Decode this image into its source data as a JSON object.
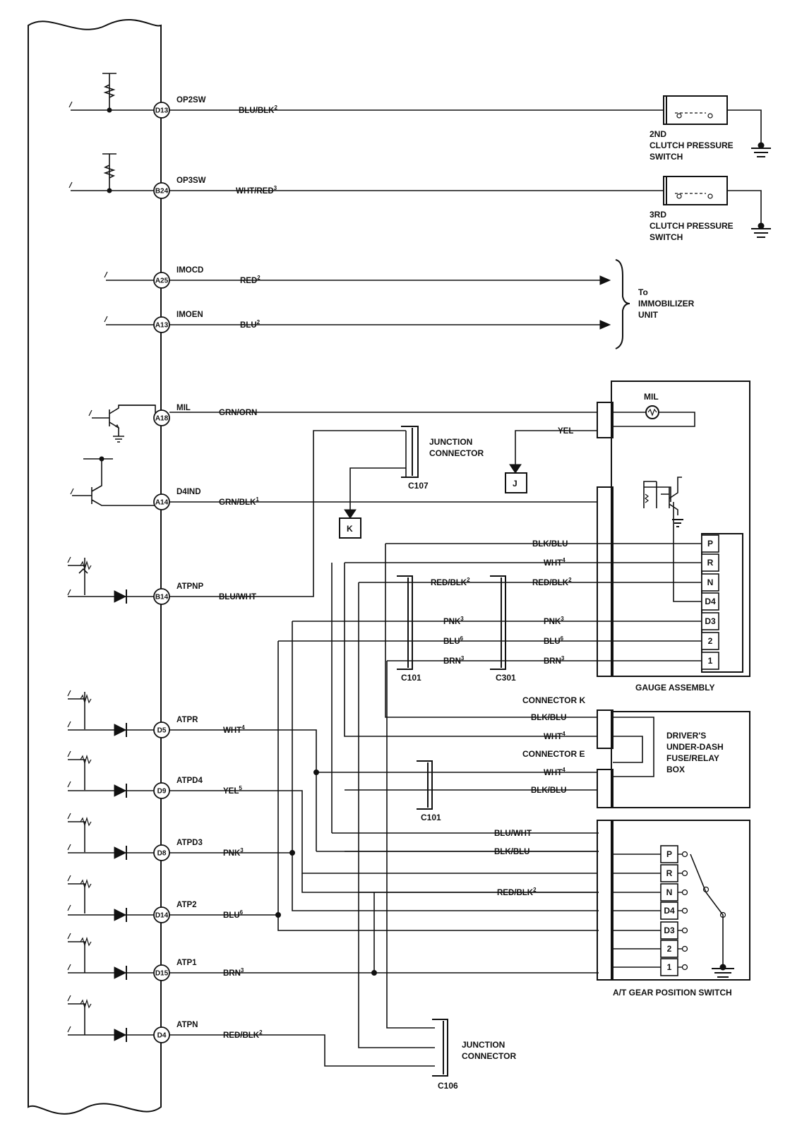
{
  "ecm_pins": [
    {
      "pin": "D13",
      "signal": "OP2SW"
    },
    {
      "pin": "B24",
      "signal": "OP3SW"
    },
    {
      "pin": "A25",
      "signal": "IMOCD"
    },
    {
      "pin": "A13",
      "signal": "IMOEN"
    },
    {
      "pin": "A18",
      "signal": "MIL"
    },
    {
      "pin": "A14",
      "signal": "D4IND"
    },
    {
      "pin": "B14",
      "signal": "ATPNP"
    },
    {
      "pin": "D5",
      "signal": "ATPR"
    },
    {
      "pin": "D9",
      "signal": "ATPD4"
    },
    {
      "pin": "D8",
      "signal": "ATPD3"
    },
    {
      "pin": "D14",
      "signal": "ATP2"
    },
    {
      "pin": "D15",
      "signal": "ATP1"
    },
    {
      "pin": "D4",
      "signal": "ATPN"
    }
  ],
  "wires": {
    "op2": {
      "color": "BLU/BLK",
      "sup": "2"
    },
    "op3": {
      "color": "WHT/RED",
      "sup": "3"
    },
    "imocd": {
      "color": "RED",
      "sup": "2"
    },
    "imoen": {
      "color": "BLU",
      "sup": "2"
    },
    "mil": {
      "color": "GRN/ORN",
      "sup": ""
    },
    "yel": {
      "color": "YEL",
      "sup": ""
    },
    "d4ind": {
      "color": "GRN/BLK",
      "sup": "1"
    },
    "atpnp": {
      "color": "BLU/WHT",
      "sup": ""
    },
    "g_blkblu": {
      "color": "BLK/BLU",
      "sup": ""
    },
    "g_wht": {
      "color": "WHT",
      "sup": "4"
    },
    "g_redblk_l": {
      "color": "RED/BLK",
      "sup": "2"
    },
    "g_redblk_r": {
      "color": "RED/BLK",
      "sup": "2"
    },
    "g_pnk_l": {
      "color": "PNK",
      "sup": "3"
    },
    "g_pnk_r": {
      "color": "PNK",
      "sup": "3"
    },
    "g_blu_l": {
      "color": "BLU",
      "sup": "6"
    },
    "g_blu_r": {
      "color": "BLU",
      "sup": "6"
    },
    "g_brn_l": {
      "color": "BRN",
      "sup": "3"
    },
    "g_brn_r": {
      "color": "BRN",
      "sup": "3"
    },
    "k_blkblu": {
      "color": "BLK/BLU",
      "sup": ""
    },
    "k_wht": {
      "color": "WHT",
      "sup": "4"
    },
    "e_wht": {
      "color": "WHT",
      "sup": "4"
    },
    "e_blkblu": {
      "color": "BLK/BLU",
      "sup": ""
    },
    "atpr": {
      "color": "WHT",
      "sup": "4"
    },
    "atpd4": {
      "color": "YEL",
      "sup": "5"
    },
    "atpd3": {
      "color": "PNK",
      "sup": "3"
    },
    "atp2": {
      "color": "BLU",
      "sup": "6"
    },
    "atp1": {
      "color": "BRN",
      "sup": "3"
    },
    "atpn": {
      "color": "RED/BLK",
      "sup": "2"
    },
    "s_bluwht": {
      "color": "BLU/WHT",
      "sup": ""
    },
    "s_blkblu": {
      "color": "BLK/BLU",
      "sup": ""
    },
    "s_redblk": {
      "color": "RED/BLK",
      "sup": "2"
    }
  },
  "components": {
    "clutch2": [
      "2ND",
      "CLUTCH PRESSURE",
      "SWITCH"
    ],
    "clutch3": [
      "3RD",
      "CLUTCH PRESSURE",
      "SWITCH"
    ],
    "immobilizer": [
      "To",
      "IMMOBILIZER",
      "UNIT"
    ],
    "junction_top": [
      "JUNCTION",
      "CONNECTOR"
    ],
    "junction_top_id": "C107",
    "junction_bottom": [
      "JUNCTION",
      "CONNECTOR"
    ],
    "junction_bottom_id": "C106",
    "c101_a": "C101",
    "c301": "C301",
    "c101_b": "C101",
    "term_j": "J",
    "term_k": "K",
    "mil_lamp": "MIL",
    "gauge_assembly": "GAUGE ASSEMBLY",
    "connector_k": "CONNECTOR K",
    "connector_e": "CONNECTOR E",
    "fuse_box": [
      "DRIVER'S",
      "UNDER-DASH",
      "FUSE/RELAY",
      "BOX"
    ],
    "gear_switch": "A/T GEAR POSITION SWITCH"
  },
  "gauge_positions": [
    "P",
    "R",
    "N",
    "D4",
    "D3",
    "2",
    "1"
  ],
  "switch_positions": [
    "P",
    "R",
    "N",
    "D4",
    "D3",
    "2",
    "1"
  ]
}
